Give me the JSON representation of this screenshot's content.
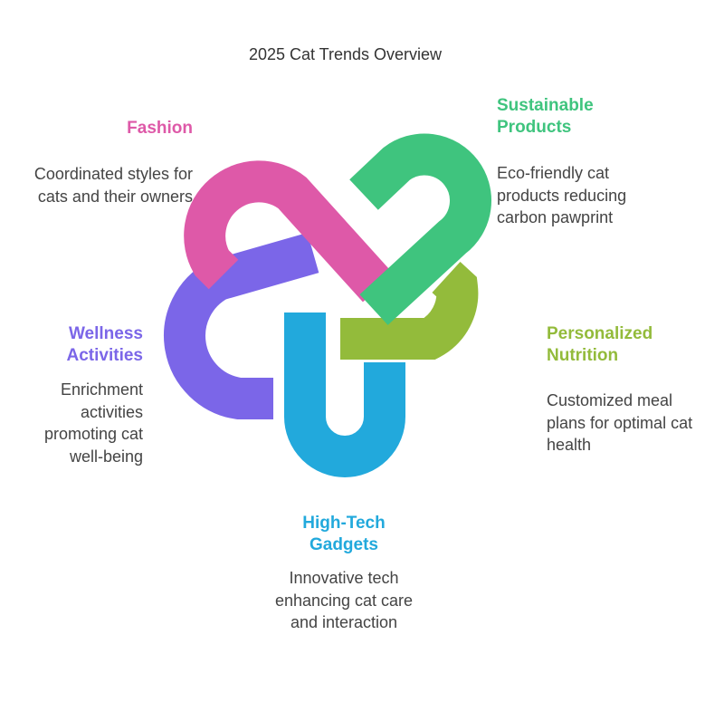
{
  "title": "2025 Cat Trends Overview",
  "colors": {
    "fashion": "#de59a8",
    "sustainable": "#3fc47e",
    "nutrition": "#93bb3b",
    "wellness": "#7b66e8",
    "gadgets": "#22a9dc"
  },
  "trends": {
    "fashion": {
      "label": "Fashion",
      "desc": "Coordinated styles for cats and their owners"
    },
    "sustainable": {
      "label": "Sustainable Products",
      "desc": "Eco-friendly cat products reducing carbon pawprint"
    },
    "nutrition": {
      "label": "Personalized Nutrition",
      "desc": "Customized meal plans for optimal cat health"
    },
    "wellness": {
      "label": "Wellness Activities",
      "desc": "Enrichment activities promoting cat well-being"
    },
    "gadgets": {
      "label": "High-Tech Gadgets",
      "desc": "Innovative tech enhancing cat care and interaction"
    }
  }
}
